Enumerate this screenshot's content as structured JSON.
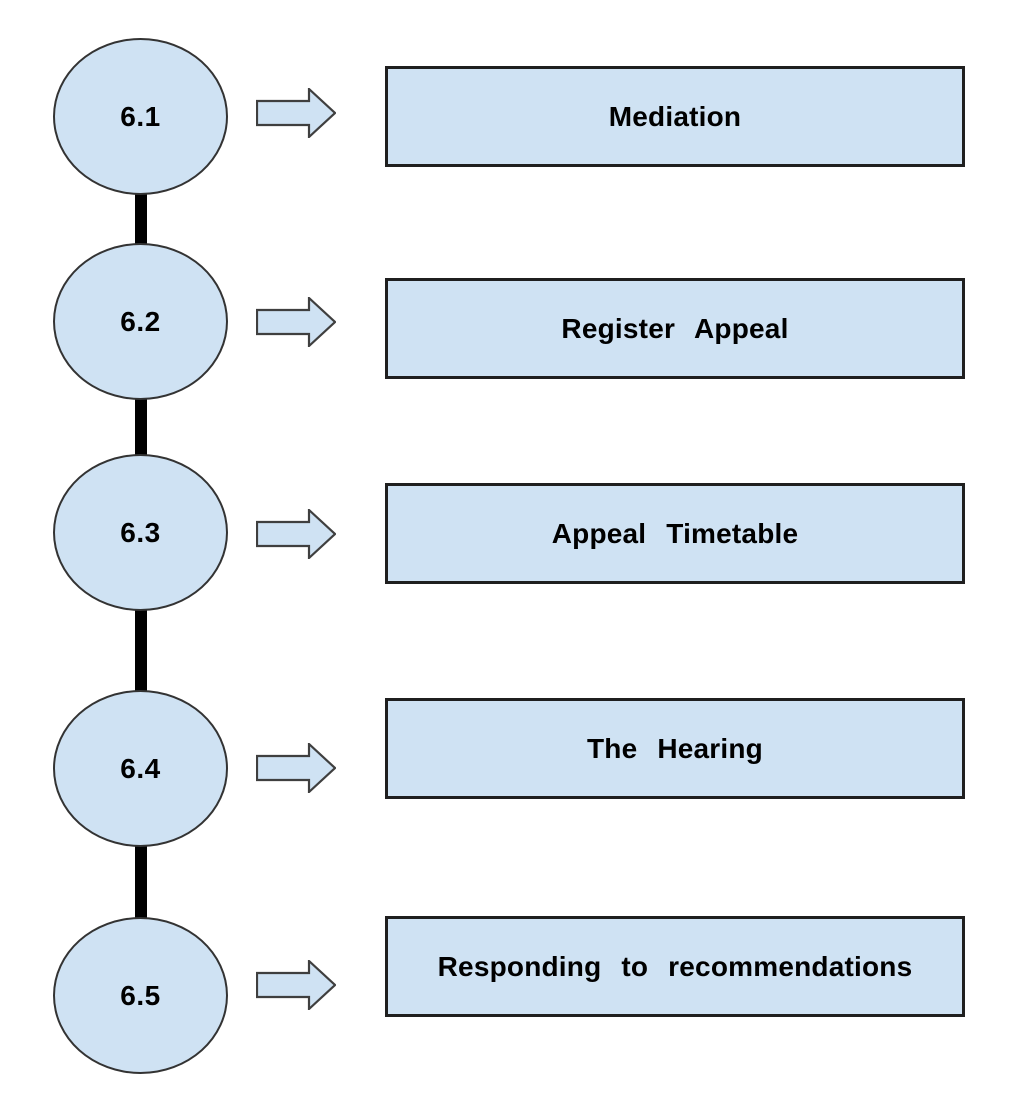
{
  "diagram": {
    "steps": [
      {
        "id": "6.1",
        "label": "Mediation"
      },
      {
        "id": "6.2",
        "label": "Register Appeal"
      },
      {
        "id": "6.3",
        "label": "Appeal Timetable"
      },
      {
        "id": "6.4",
        "label": "The Hearing"
      },
      {
        "id": "6.5",
        "label": "Responding to recommendations"
      }
    ],
    "colors": {
      "shape_fill": "#cfe2f3",
      "circle_border": "#333333",
      "box_border": "#1f1f1f",
      "arrow_border": "#3f3f3f",
      "connector": "#000000",
      "text": "#000000",
      "background": "#ffffff"
    }
  }
}
